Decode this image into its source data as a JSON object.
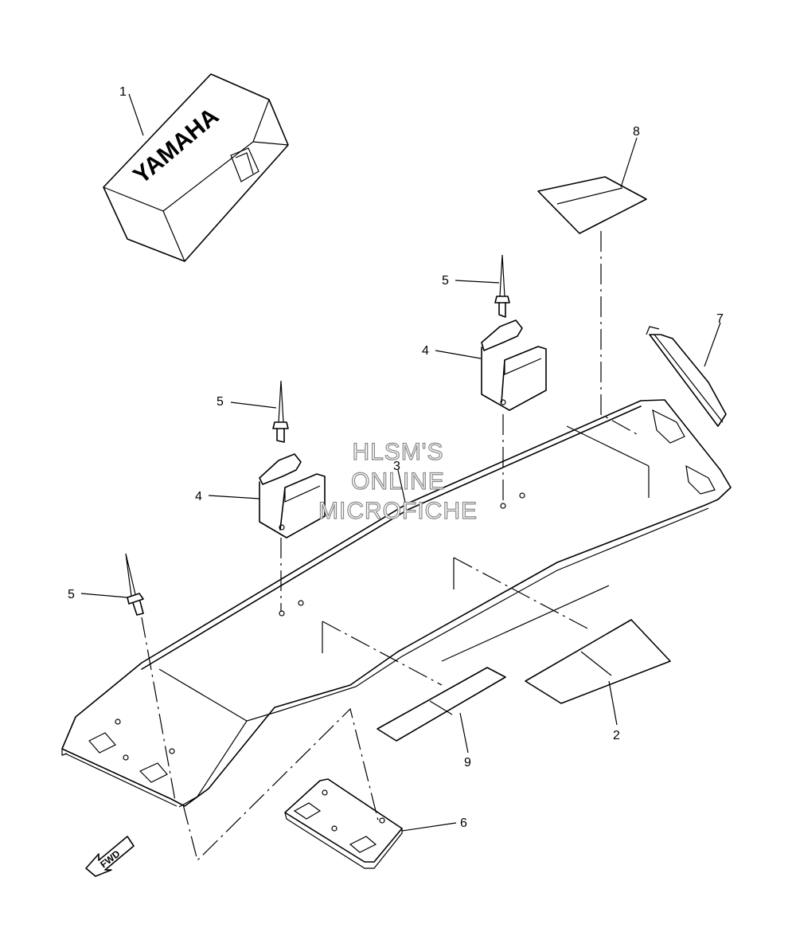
{
  "watermark": {
    "line1": "HLSM'S",
    "line2": "ONLINE",
    "line3": "MICROFICHE"
  },
  "brand_text": "YAMAHA",
  "direction_label": "FWD",
  "callouts": {
    "c1": "1",
    "c2": "2",
    "c3": "3",
    "c4a": "4",
    "c4b": "4",
    "c5a": "5",
    "c5b": "5",
    "c5c": "5",
    "c6": "6",
    "c7": "7",
    "c8": "8",
    "c9": "9"
  }
}
